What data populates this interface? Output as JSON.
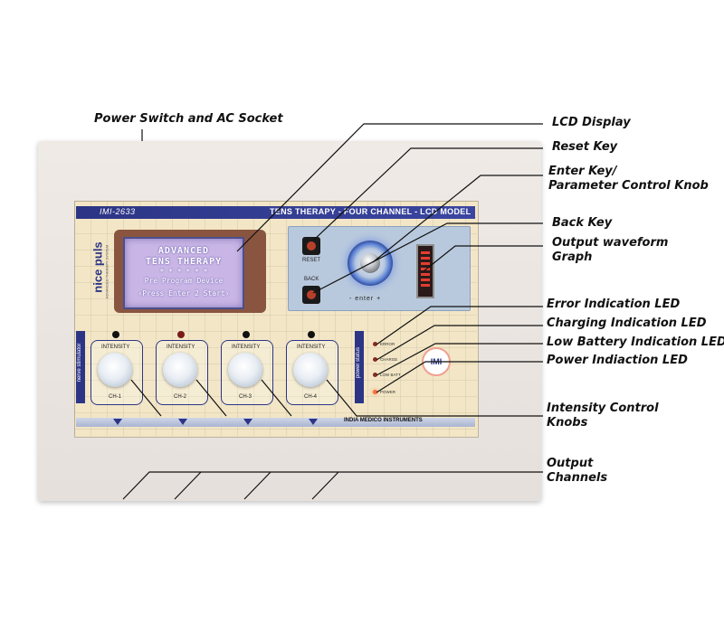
{
  "callouts": {
    "power_switch": "Power Switch and AC Socket",
    "lcd_display": "LCD Display",
    "reset_key": "Reset Key",
    "enter_key_1": "Enter Key/",
    "enter_key_2": "Parameter Control Knob",
    "back_key": "Back Key",
    "output_graph_1": "Output waveform",
    "output_graph_2": "Graph",
    "error_led": "Error Indication LED",
    "charging_led": "Charging Indication LED",
    "low_battery_led": "Low Battery Indication LED",
    "power_led": "Power Indiaction LED",
    "intensity_1": "Intensity Control",
    "intensity_2": "Knobs",
    "output_1": "Output",
    "output_2": "Channels"
  },
  "device": {
    "model": "IMI-2633",
    "title": "TENS THERAPY - FOUR CHANNEL - LCD MODEL",
    "brand": "nice puls",
    "brand_sub": "ADVANCED THERAPY SYSTEM",
    "lcd_lines": [
      "ADVANCED",
      "TENS THERAPY",
      "* * * * * *",
      "Pre Program Device",
      "‹Press Enter 2 Start›"
    ],
    "reset_label": "RESET",
    "back_label": "BACK",
    "enter_label": "- enter +",
    "nerve_label": "nerve stimulator",
    "power_status_label": "power status",
    "knobs": [
      {
        "label": "INTENSITY",
        "channel": "CH-1"
      },
      {
        "label": "INTENSITY",
        "channel": "CH-2"
      },
      {
        "label": "INTENSITY",
        "channel": "CH-3"
      },
      {
        "label": "INTENSITY",
        "channel": "CH-4"
      }
    ],
    "status_leds": [
      "ERROR",
      "CHARGE",
      "LOW BATT",
      "POWER"
    ],
    "logo_text": "IMI",
    "footer": "INDIA MEDICO INSTRUMENTS"
  },
  "colors": {
    "accent_blue": "#2c3585",
    "panel": "#f2e6c6",
    "lcd": "#c9b6e6"
  }
}
